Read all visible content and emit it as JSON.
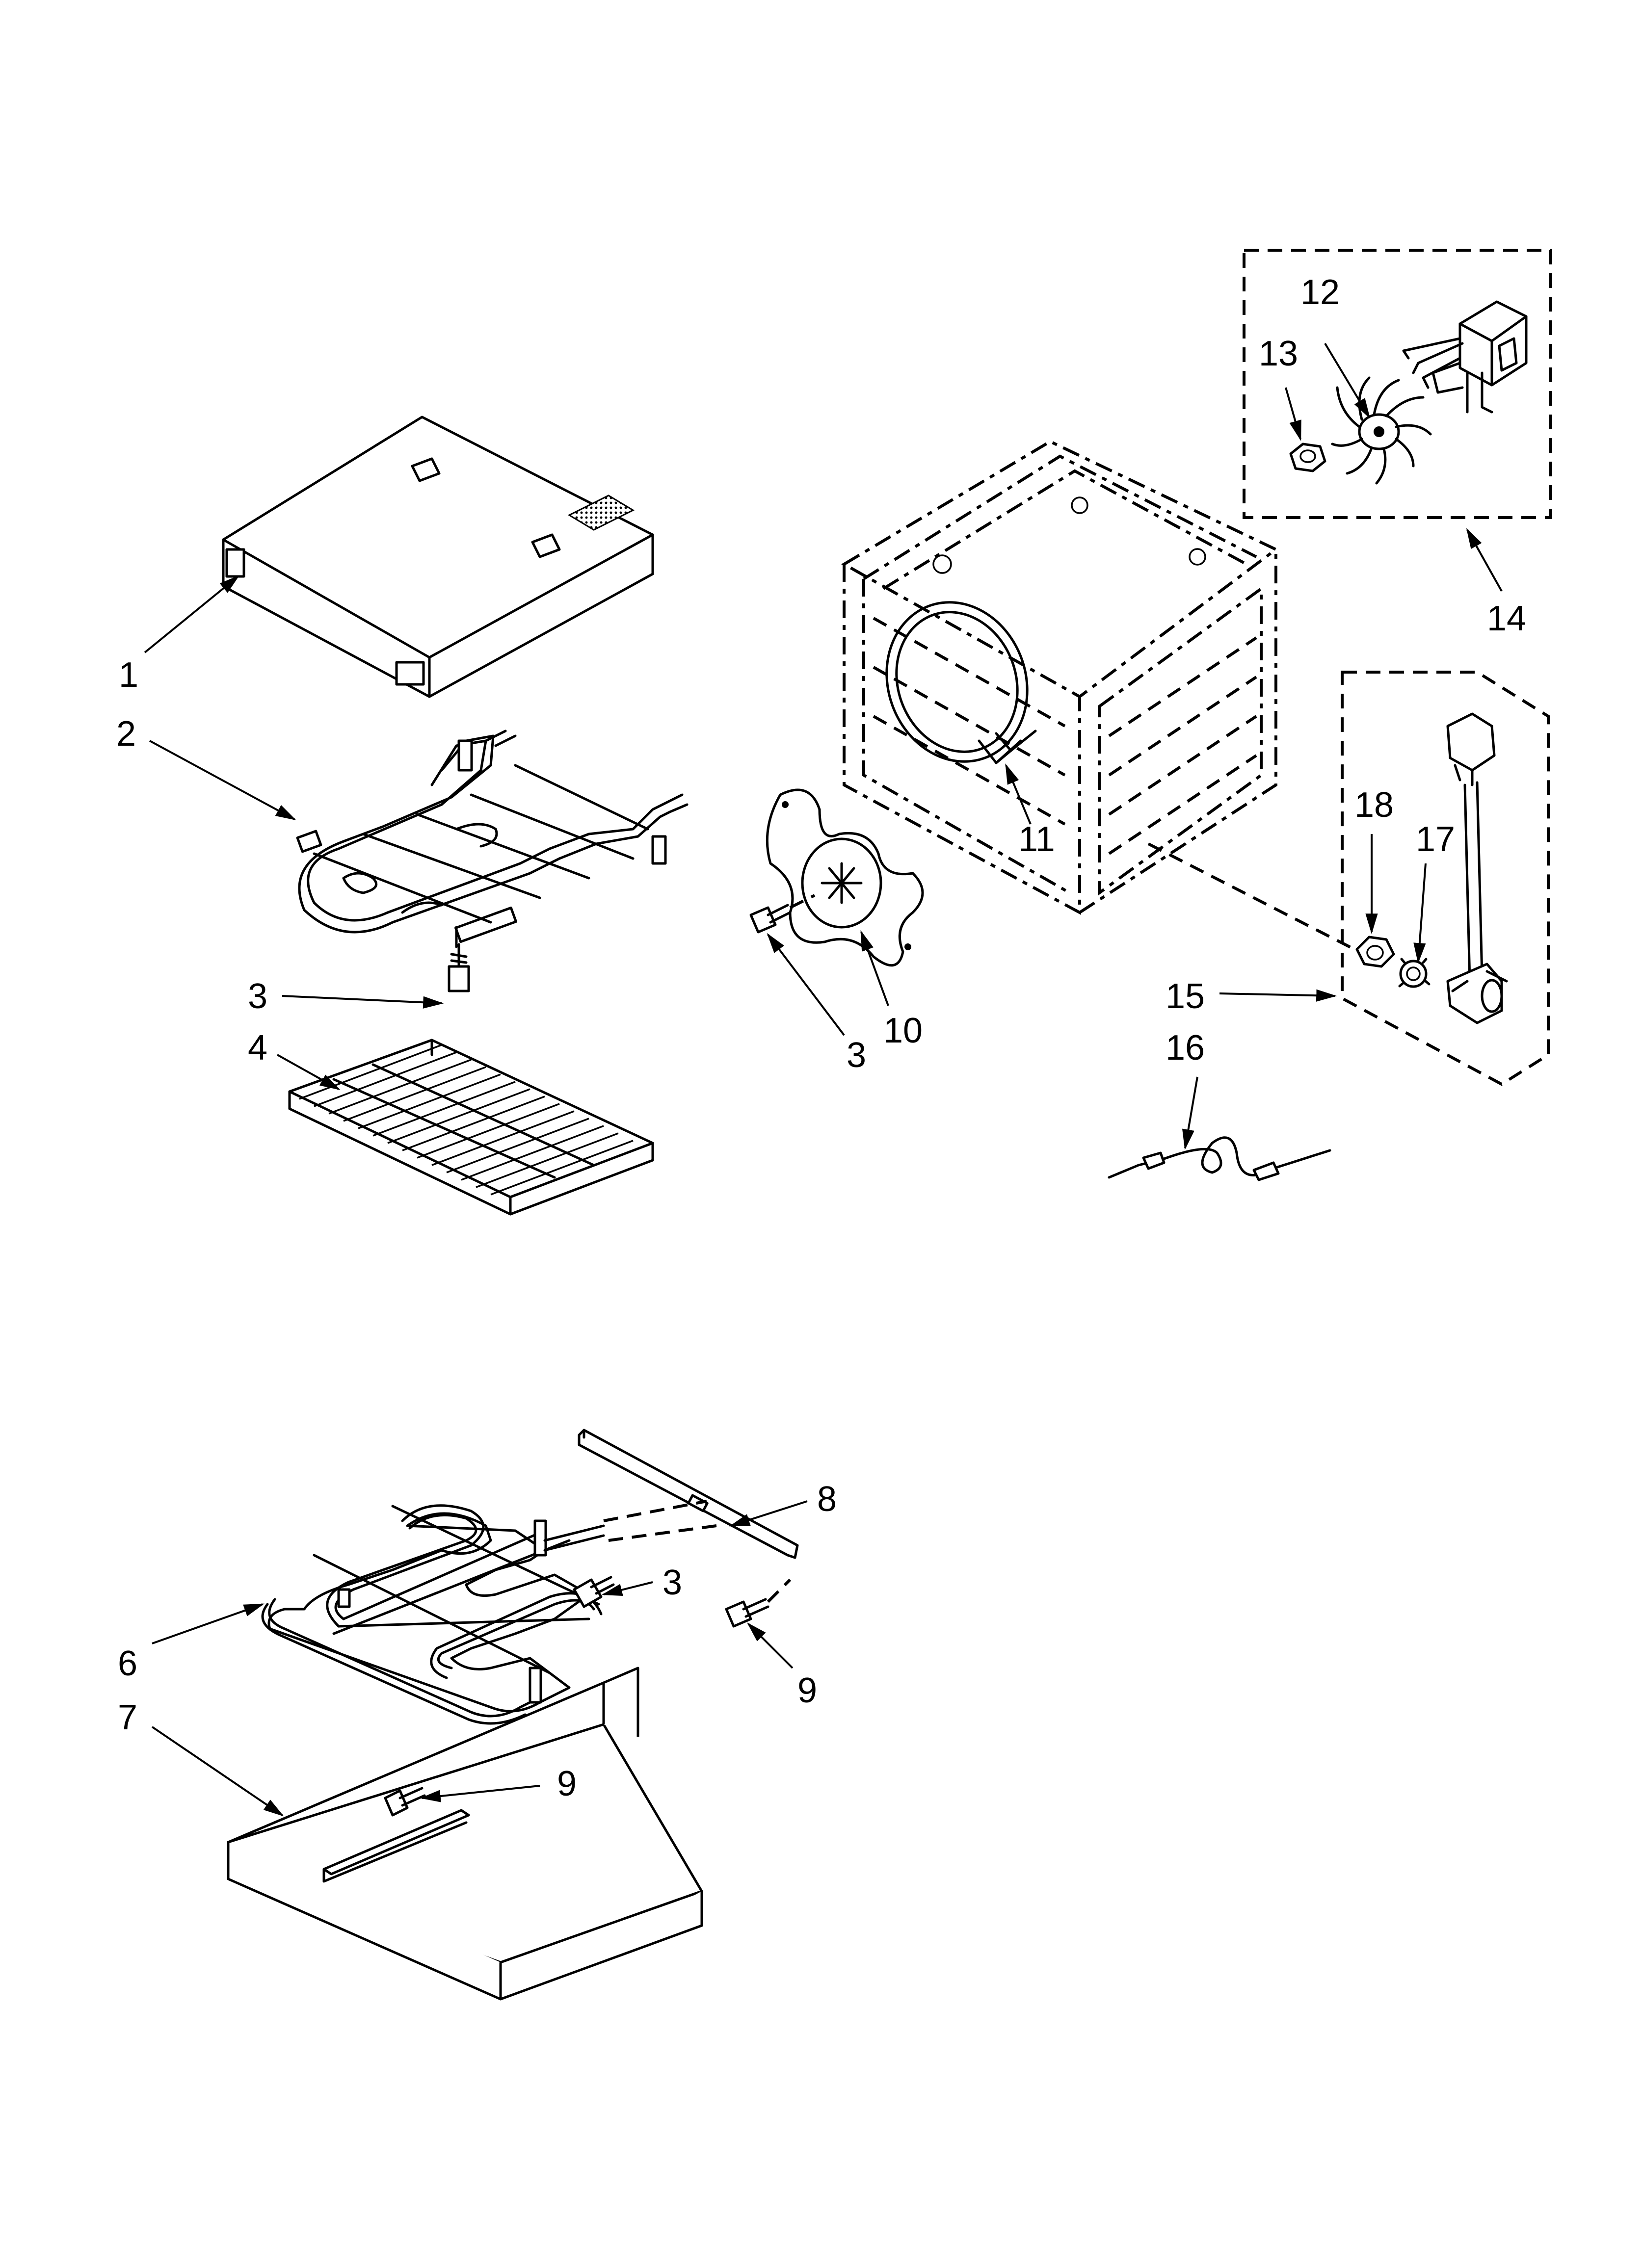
{
  "callouts": [
    "1",
    "2",
    "3",
    "4",
    "6",
    "7",
    "3",
    "9",
    "9",
    "8",
    "10",
    "3",
    "11",
    "12",
    "13",
    "14",
    "18",
    "17",
    "15",
    "16"
  ]
}
